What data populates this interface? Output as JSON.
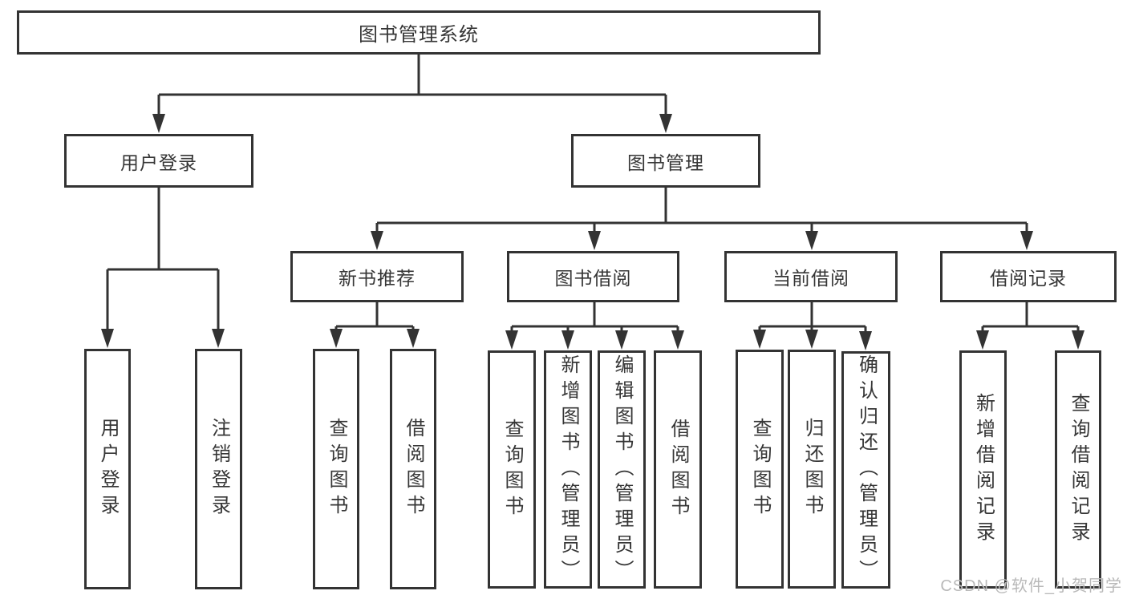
{
  "diagram": {
    "title_box": "图书管理系统",
    "level2": {
      "user_login": "用户登录",
      "book_management": "图书管理"
    },
    "level3": {
      "new_book_recommend": "新书推荐",
      "book_borrowing": "图书借阅",
      "current_borrowing": "当前借阅",
      "borrowing_records": "借阅记录"
    },
    "leaves": {
      "user_login": [
        "用户登录",
        "注销登录"
      ],
      "new_book_recommend": [
        "查询图书",
        "借阅图书"
      ],
      "book_borrowing": [
        "查询图书",
        "新增图书（管理员）",
        "编辑图书（管理员）",
        "借阅图书"
      ],
      "current_borrowing": [
        "查询图书",
        "归还图书",
        "确认归还（管理员）"
      ],
      "borrowing_records": [
        "新增借阅记录",
        "查询借阅记录"
      ]
    },
    "watermark": "CSDN @软件_小贺同学",
    "colors": {
      "line": "#333333",
      "text": "#363636",
      "box_background": "#ffffff",
      "page_background": "#ffffff",
      "watermark": "#b9b9b9"
    }
  }
}
